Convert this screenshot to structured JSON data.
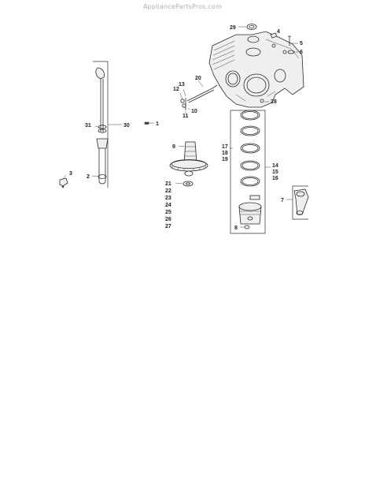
{
  "header": {
    "watermark": "AppliancePartsPros.com"
  },
  "callouts": {
    "c1": "1",
    "c2": "2",
    "c3": "3",
    "c4": "4",
    "c5": "5",
    "c6": "6",
    "c7": "7",
    "c8": "8",
    "c9": "9",
    "c10": "10",
    "c11": "11",
    "c12": "12",
    "c13": "13",
    "c14": "14",
    "c15": "15",
    "c16": "16",
    "c17": "17",
    "c18": "18",
    "c19": "19",
    "c20": "20",
    "c21": "21",
    "c22": "22",
    "c23": "23",
    "c24": "24",
    "c25": "25",
    "c26": "26",
    "c27": "27",
    "c28": "28",
    "c29": "29",
    "c30": "30",
    "c31": "31"
  }
}
